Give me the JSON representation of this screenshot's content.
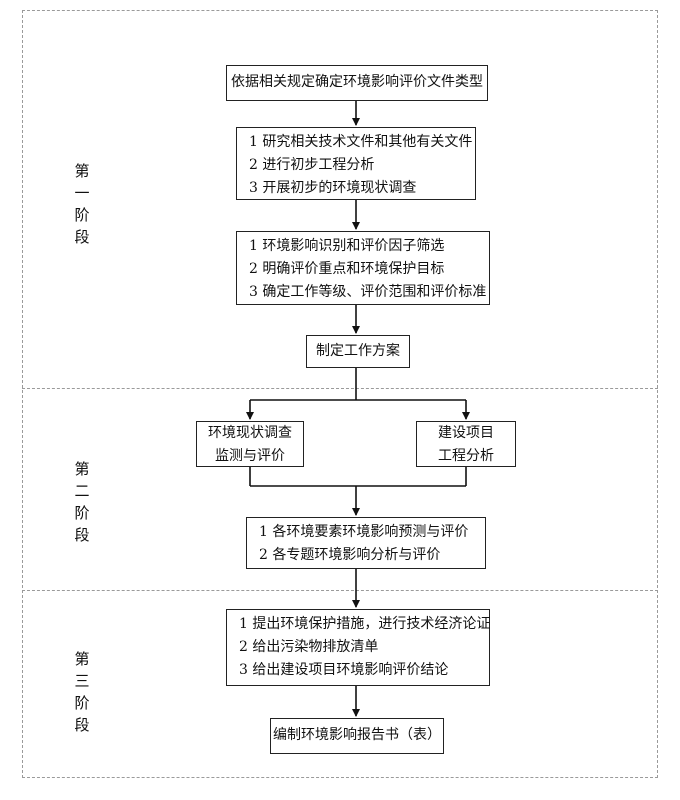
{
  "stages": [
    {
      "label": "第一阶段"
    },
    {
      "label": "第二阶段"
    },
    {
      "label": "第三阶段"
    }
  ],
  "boxes": {
    "determine_type": {
      "lines": [
        "依据相关规定确定环境影响评价文件类型"
      ]
    },
    "research": {
      "lines": [
        "1 研究相关技术文件和其他有关文件",
        "2 进行初步工程分析",
        "3 开展初步的环境现状调查"
      ]
    },
    "identify": {
      "lines": [
        "1 环境影响识别和评价因子筛选",
        "2 明确评价重点和环境保护目标",
        "3 确定工作等级、评价范围和评价标准"
      ]
    },
    "plan": {
      "lines": [
        "制定工作方案"
      ]
    },
    "survey": {
      "lines": [
        "环境现状调查",
        "监测与评价"
      ]
    },
    "project_analysis": {
      "lines": [
        "建设项目",
        "工程分析"
      ]
    },
    "prediction": {
      "lines": [
        "1 各环境要素环境影响预测与评价",
        "2 各专题环境影响分析与评价"
      ]
    },
    "measures": {
      "lines": [
        "1 提出环境保护措施，进行技术经济论证",
        "2 给出污染物排放清单",
        "3 给出建设项目环境影响评价结论"
      ]
    },
    "report": {
      "lines": [
        "编制环境影响报告书（表）"
      ]
    }
  }
}
